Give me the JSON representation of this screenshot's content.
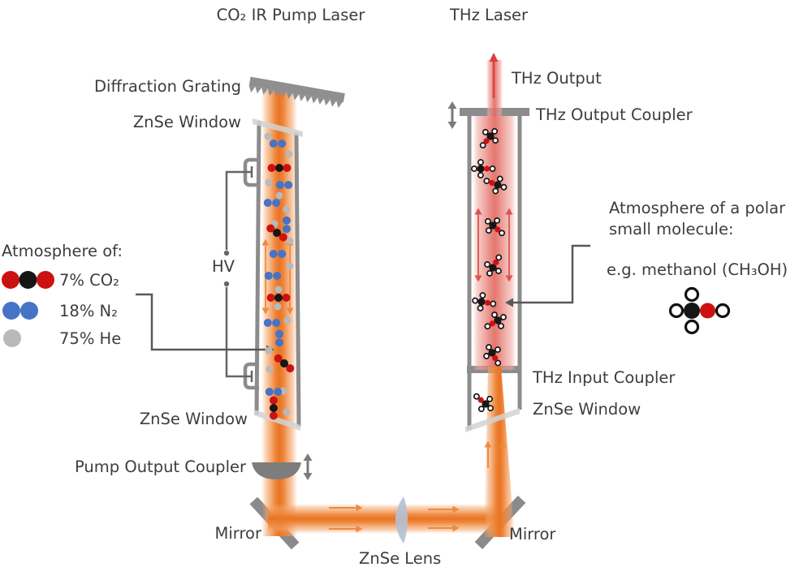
{
  "titles": {
    "pump": "CO₂ IR Pump Laser",
    "thz": "THz Laser"
  },
  "labels": {
    "diffraction_grating": "Diffraction Grating",
    "znse_window_top": "ZnSe Window",
    "hv": "HV",
    "znse_window_bottom": "ZnSe Window",
    "pump_output_coupler": "Pump Output Coupler",
    "mirror_left": "Mirror",
    "znse_lens": "ZnSe Lens",
    "mirror_right": "Mirror",
    "thz_output": "THz Output",
    "thz_output_coupler": "THz Output Coupler",
    "atmosphere_polar": "Atmosphere of a polar\nsmall molecule:",
    "methanol_example": "e.g. methanol (CH₃OH)",
    "thz_input_coupler": "THz Input Coupler",
    "znse_window_right": "ZnSe Window"
  },
  "legend": {
    "title": "Atmosphere of:",
    "items": [
      {
        "label": "7% CO₂",
        "dots": "red-black-red"
      },
      {
        "label": "18% N₂",
        "dots": "blue-blue"
      },
      {
        "label": "75% He",
        "dots": "gray"
      }
    ]
  },
  "colors": {
    "text": "#3d3d3d",
    "metal": "#8c8c8c",
    "metal_dark": "#7d7d7d",
    "wire": "#666666",
    "beam_orange": "#ed8134",
    "beam_pink": "#e5766e",
    "red": "#cc1111",
    "blue": "#4573c6",
    "he_gray": "#b9b9b9",
    "black": "#161616",
    "lens": "#b4c0d3",
    "window": "#d2d2d2",
    "arrow_orange": "#ef8a3e",
    "arrow_red": "#d8423c"
  },
  "scene": {
    "he_dots": [
      [
        330,
        168
      ],
      [
        356,
        190
      ],
      [
        331,
        225
      ],
      [
        344,
        241
      ],
      [
        353,
        258
      ],
      [
        338,
        276
      ],
      [
        357,
        297
      ],
      [
        357,
        328
      ],
      [
        343,
        357
      ],
      [
        342,
        378
      ],
      [
        354,
        395
      ],
      [
        331,
        432
      ],
      [
        332,
        455
      ],
      [
        349,
        482
      ],
      [
        353,
        508
      ]
    ],
    "n2_pairs": [
      [
        342,
        177,
        0
      ],
      [
        350,
        228,
        0
      ],
      [
        335,
        250,
        0
      ],
      [
        353,
        277,
        90
      ],
      [
        342,
        313,
        0
      ],
      [
        336,
        340,
        0
      ],
      [
        335,
        398,
        0
      ],
      [
        344,
        417,
        90
      ],
      [
        337,
        483,
        0
      ]
    ],
    "co2_triplets": [
      [
        344,
        207,
        0
      ],
      [
        341,
        287,
        35
      ],
      [
        343,
        367,
        0
      ],
      [
        350,
        448,
        40
      ],
      [
        337,
        503,
        90
      ]
    ],
    "ch3oh_molecules": [
      [
        604,
        168,
        130
      ],
      [
        592,
        208,
        0
      ],
      [
        613,
        228,
        200
      ],
      [
        607,
        278,
        40
      ],
      [
        607,
        330,
        300
      ],
      [
        593,
        372,
        10
      ],
      [
        613,
        395,
        150
      ],
      [
        606,
        435,
        60
      ],
      [
        598,
        498,
        220
      ]
    ],
    "methanol_diagram_center": [
      852,
      383
    ]
  }
}
